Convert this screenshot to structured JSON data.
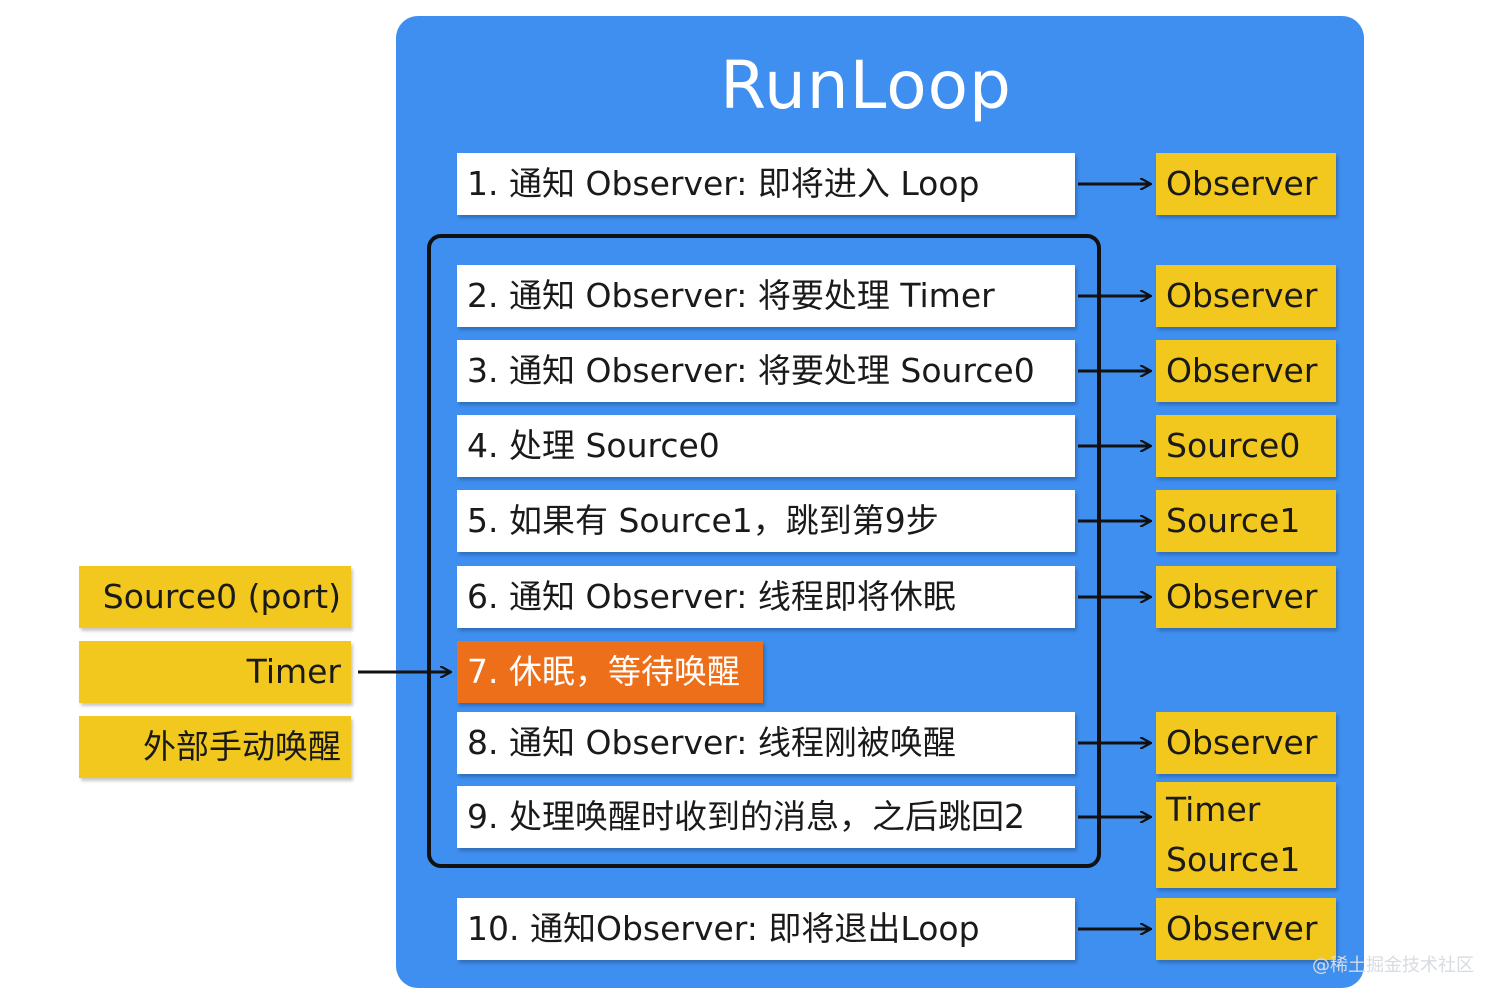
{
  "title": "RunLoop",
  "steps": [
    {
      "label": "1. 通知 Observer: 即将进入 Loop",
      "target": "Observer"
    },
    {
      "label": "2. 通知 Observer: 将要处理 Timer",
      "target": "Observer"
    },
    {
      "label": "3. 通知 Observer: 将要处理 Source0",
      "target": "Observer"
    },
    {
      "label": "4. 处理 Source0",
      "target": "Source0"
    },
    {
      "label": "5. 如果有 Source1，跳到第9步",
      "target": "Source1"
    },
    {
      "label": "6. 通知 Observer: 线程即将休眠",
      "target": "Observer"
    },
    {
      "label": "7. 休眠，等待唤醒"
    },
    {
      "label": "8. 通知 Observer: 线程刚被唤醒",
      "target": "Observer"
    },
    {
      "label": "9. 处理唤醒时收到的消息，之后跳回2",
      "target_lines": [
        "Timer",
        "Source1"
      ]
    },
    {
      "label": "10. 通知Observer: 即将退出Loop",
      "target": "Observer"
    }
  ],
  "wake_sources": [
    "Source0 (port)",
    "Timer",
    "外部手动唤醒"
  ],
  "watermark": "@稀土掘金技术社区",
  "colors": {
    "panel": "#3e8ff0",
    "step_box": "#ffffff",
    "sleep_box": "#ee6f1a",
    "tag_box": "#f2c81f",
    "loop_border": "#111111"
  }
}
